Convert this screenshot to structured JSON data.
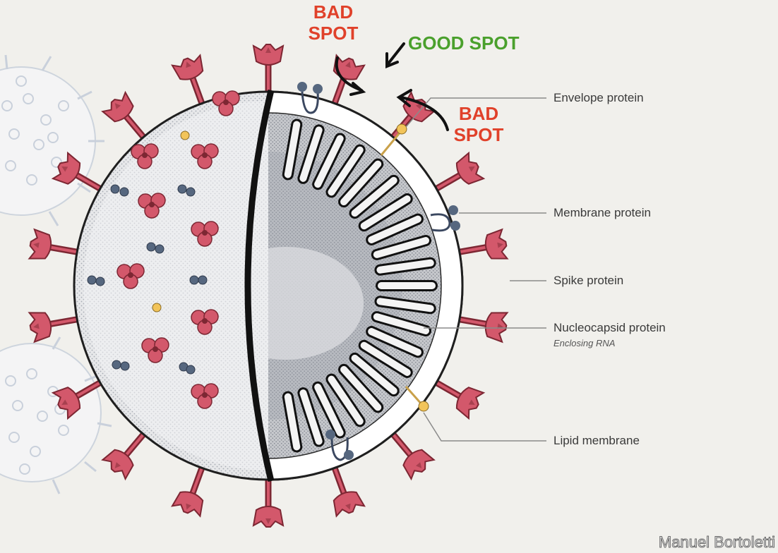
{
  "callouts": {
    "bad_spot_top": "BAD\nSPOT",
    "good_spot": "GOOD SPOT",
    "bad_spot_right": "BAD\nSPOT"
  },
  "components": [
    {
      "label": "Envelope protein"
    },
    {
      "label": "Membrane protein"
    },
    {
      "label": "Spike protein"
    },
    {
      "label": "Nucleocapsid protein",
      "sub": "Enclosing RNA"
    },
    {
      "label": "Lipid membrane"
    }
  ],
  "credit": "Manuel Bortoletti",
  "colors": {
    "background": "#f1f0ec",
    "spike": "#d3586b",
    "spike_dark": "#7d2733",
    "bad": "#e0412a",
    "good": "#4aa02c",
    "membrane_protein": "#56677f",
    "envelope_protein": "#f2c45a"
  }
}
